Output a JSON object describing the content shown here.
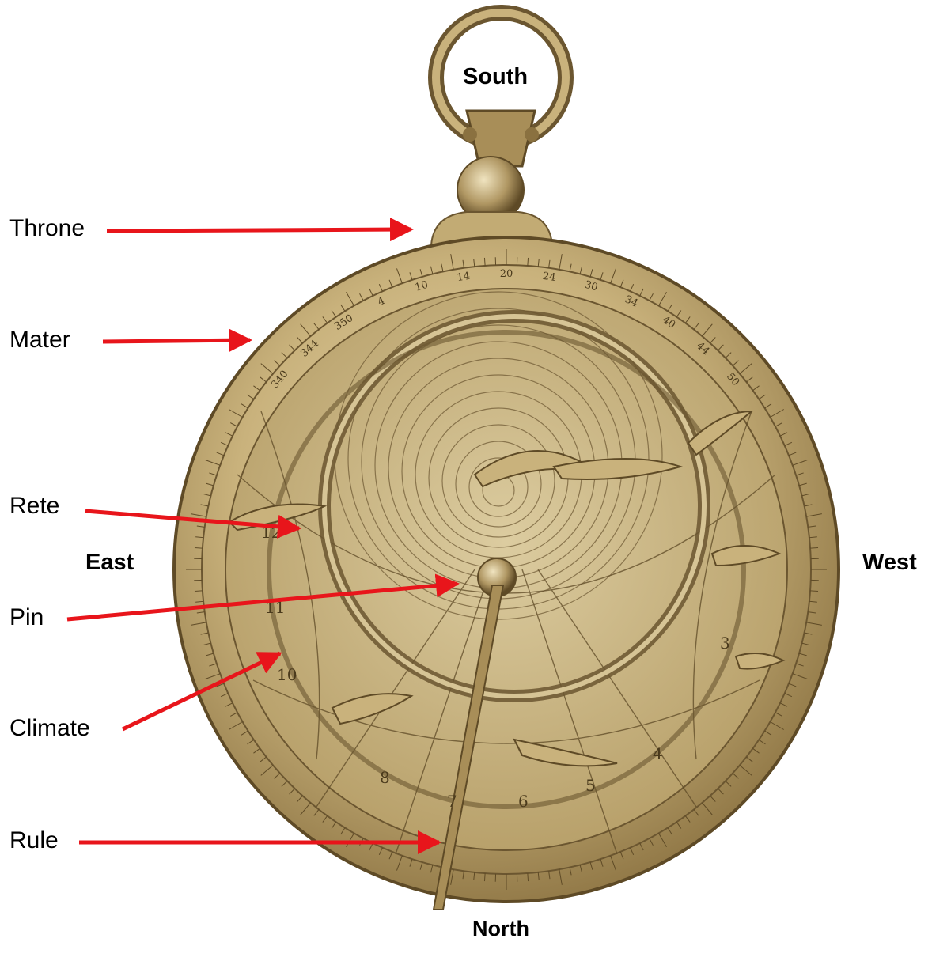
{
  "directions": {
    "south": "South",
    "east": "East",
    "west": "West",
    "north": "North"
  },
  "parts": [
    {
      "id": "throne",
      "label": "Throne"
    },
    {
      "id": "mater",
      "label": "Mater"
    },
    {
      "id": "rete",
      "label": "Rete"
    },
    {
      "id": "pin",
      "label": "Pin"
    },
    {
      "id": "climate",
      "label": "Climate"
    },
    {
      "id": "rule",
      "label": "Rule"
    }
  ],
  "colors": {
    "arrow": "#e8151b",
    "brass_light": "#d9c79a",
    "brass_mid": "#b8a06a",
    "brass_dark": "#6b5630"
  },
  "rim_numbers": [
    "340",
    "344",
    "350",
    "4",
    "10",
    "14",
    "20",
    "24",
    "30",
    "34",
    "40",
    "44",
    "50"
  ],
  "hour_marks": [
    "12",
    "11",
    "10",
    "8",
    "7",
    "6",
    "5",
    "4",
    "3"
  ]
}
